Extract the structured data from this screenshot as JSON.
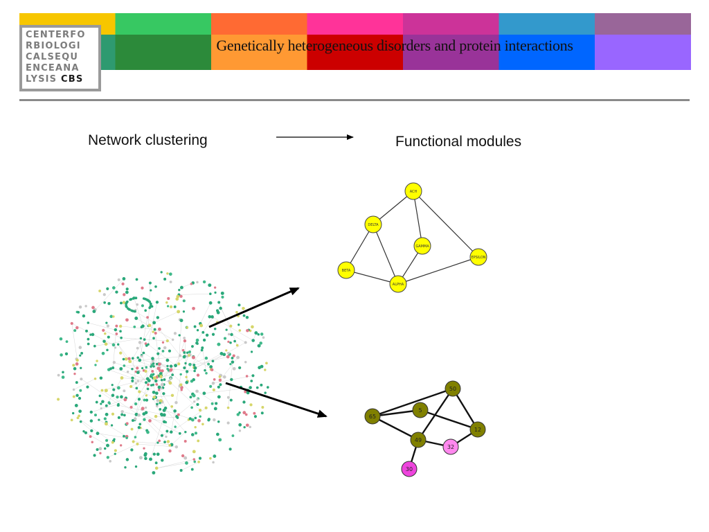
{
  "header": {
    "title": "Genetically heterogeneous disorders and protein interactions",
    "logo_lines": [
      "CENTERFO",
      "RBIOLOGI",
      "CALSEQU",
      "ENCEANA",
      "LYSIS"
    ],
    "logo_brand": "CBS",
    "colors": {
      "top_row": [
        "#f7c600",
        "#37c862",
        "#ff6a33",
        "#ff3399",
        "#cc3399",
        "#3399cc",
        "#996699"
      ],
      "bottom_row": [
        "#2e9a70",
        "#2c8a3a",
        "#ff9933",
        "#cc0000",
        "#993399",
        "#0066ff",
        "#9966ff"
      ]
    }
  },
  "diagram": {
    "left_label": "Network clustering",
    "right_label": "Functional modules",
    "module1": {
      "color": "#ffff00",
      "nodes": [
        "ACH",
        "DELTA",
        "GAMMA",
        "EPSILON",
        "BETA",
        "ALPHA"
      ],
      "edges": [
        [
          "ACH",
          "DELTA"
        ],
        [
          "ACH",
          "GAMMA"
        ],
        [
          "ACH",
          "EPSILON"
        ],
        [
          "DELTA",
          "BETA"
        ],
        [
          "DELTA",
          "ALPHA"
        ],
        [
          "GAMMA",
          "ALPHA"
        ],
        [
          "BETA",
          "ALPHA"
        ],
        [
          "ALPHA",
          "EPSILON"
        ]
      ]
    },
    "module2": {
      "colors": {
        "olive": "#808000",
        "pink": "#ff88ee",
        "magenta": "#ee44dd"
      },
      "nodes": [
        "50",
        "5",
        "65",
        "12",
        "49",
        "32",
        "30"
      ],
      "edges": [
        [
          "65",
          "5"
        ],
        [
          "65",
          "50"
        ],
        [
          "65",
          "49"
        ],
        [
          "5",
          "12"
        ],
        [
          "50",
          "49"
        ],
        [
          "50",
          "12"
        ],
        [
          "49",
          "32"
        ],
        [
          "32",
          "12"
        ],
        [
          "49",
          "30"
        ]
      ]
    }
  }
}
